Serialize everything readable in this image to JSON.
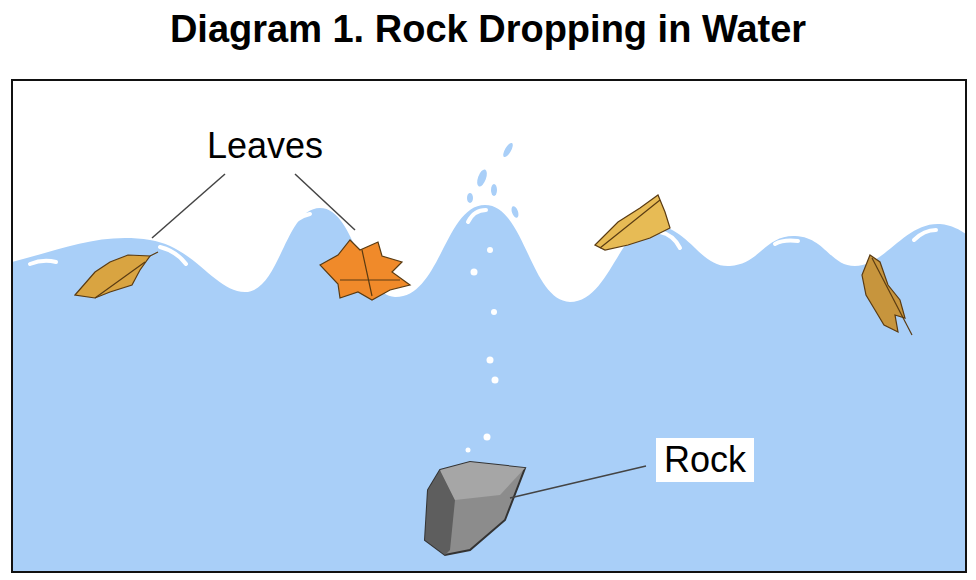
{
  "diagram": {
    "title": "Diagram 1. Rock Dropping in Water",
    "labels": [
      "Leaves",
      "Rock"
    ]
  }
}
